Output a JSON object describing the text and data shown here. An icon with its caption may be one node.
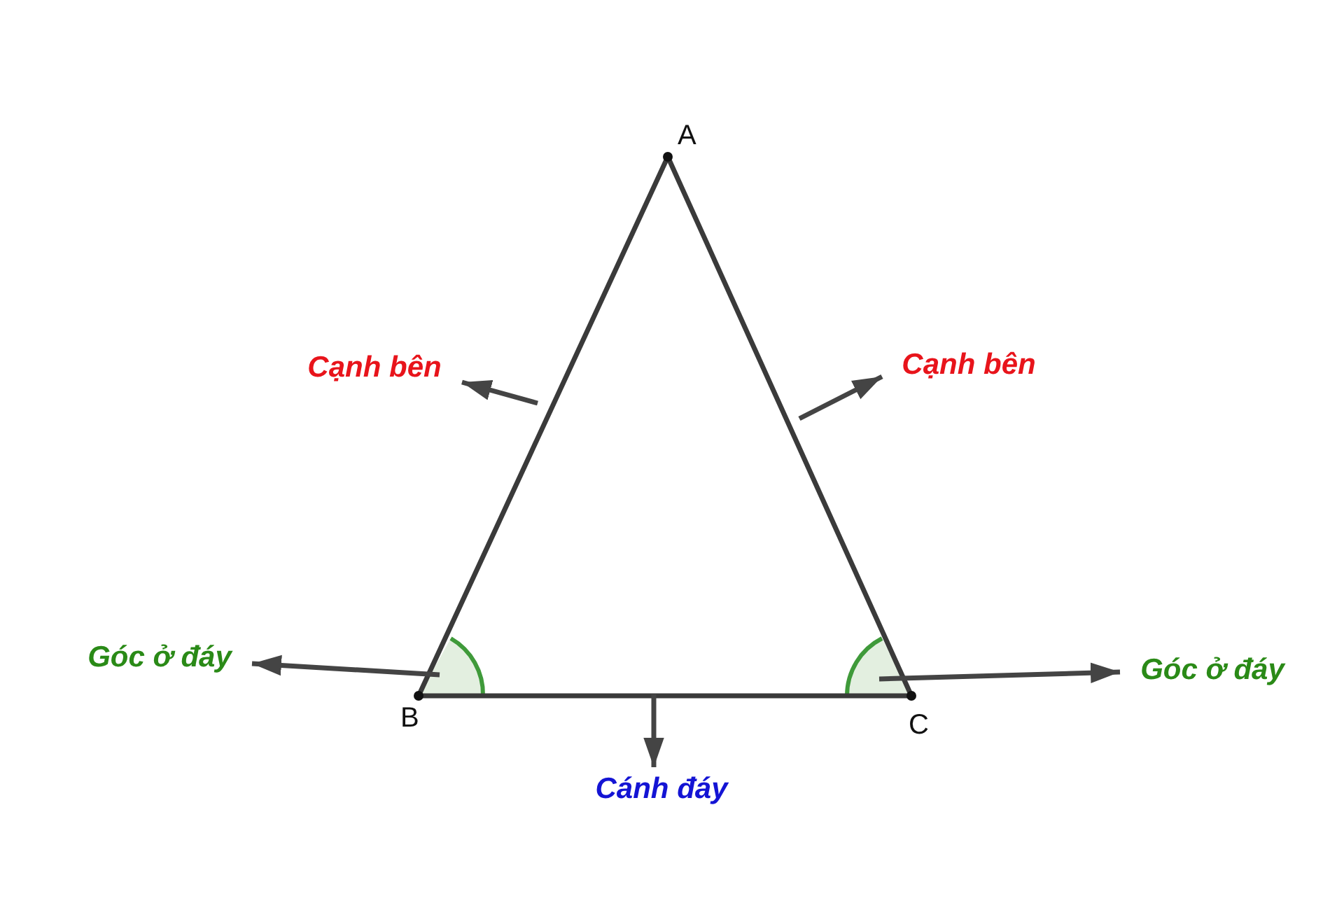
{
  "diagram": {
    "nodes": [
      {
        "text": [
          "Cạnh bên"
        ]
      },
      {
        "text": [
          "Cạnh bên"
        ]
      },
      {
        "text": [
          "Góc ở đáy"
        ]
      },
      {
        "text": [
          "Góc ở đáy"
        ]
      },
      {
        "text": [
          "Cánh đáy"
        ]
      }
    ],
    "edges": [
      {
        "from": null,
        "to": 0,
        "arrow": "to"
      },
      {
        "from": null,
        "to": 1,
        "arrow": "to"
      },
      {
        "from": null,
        "to": 2,
        "arrow": "to"
      },
      {
        "from": null,
        "to": 3,
        "arrow": "to"
      },
      {
        "from": null,
        "to": 4,
        "arrow": "to"
      }
    ],
    "labels": [
      "A",
      "B",
      "C"
    ]
  }
}
